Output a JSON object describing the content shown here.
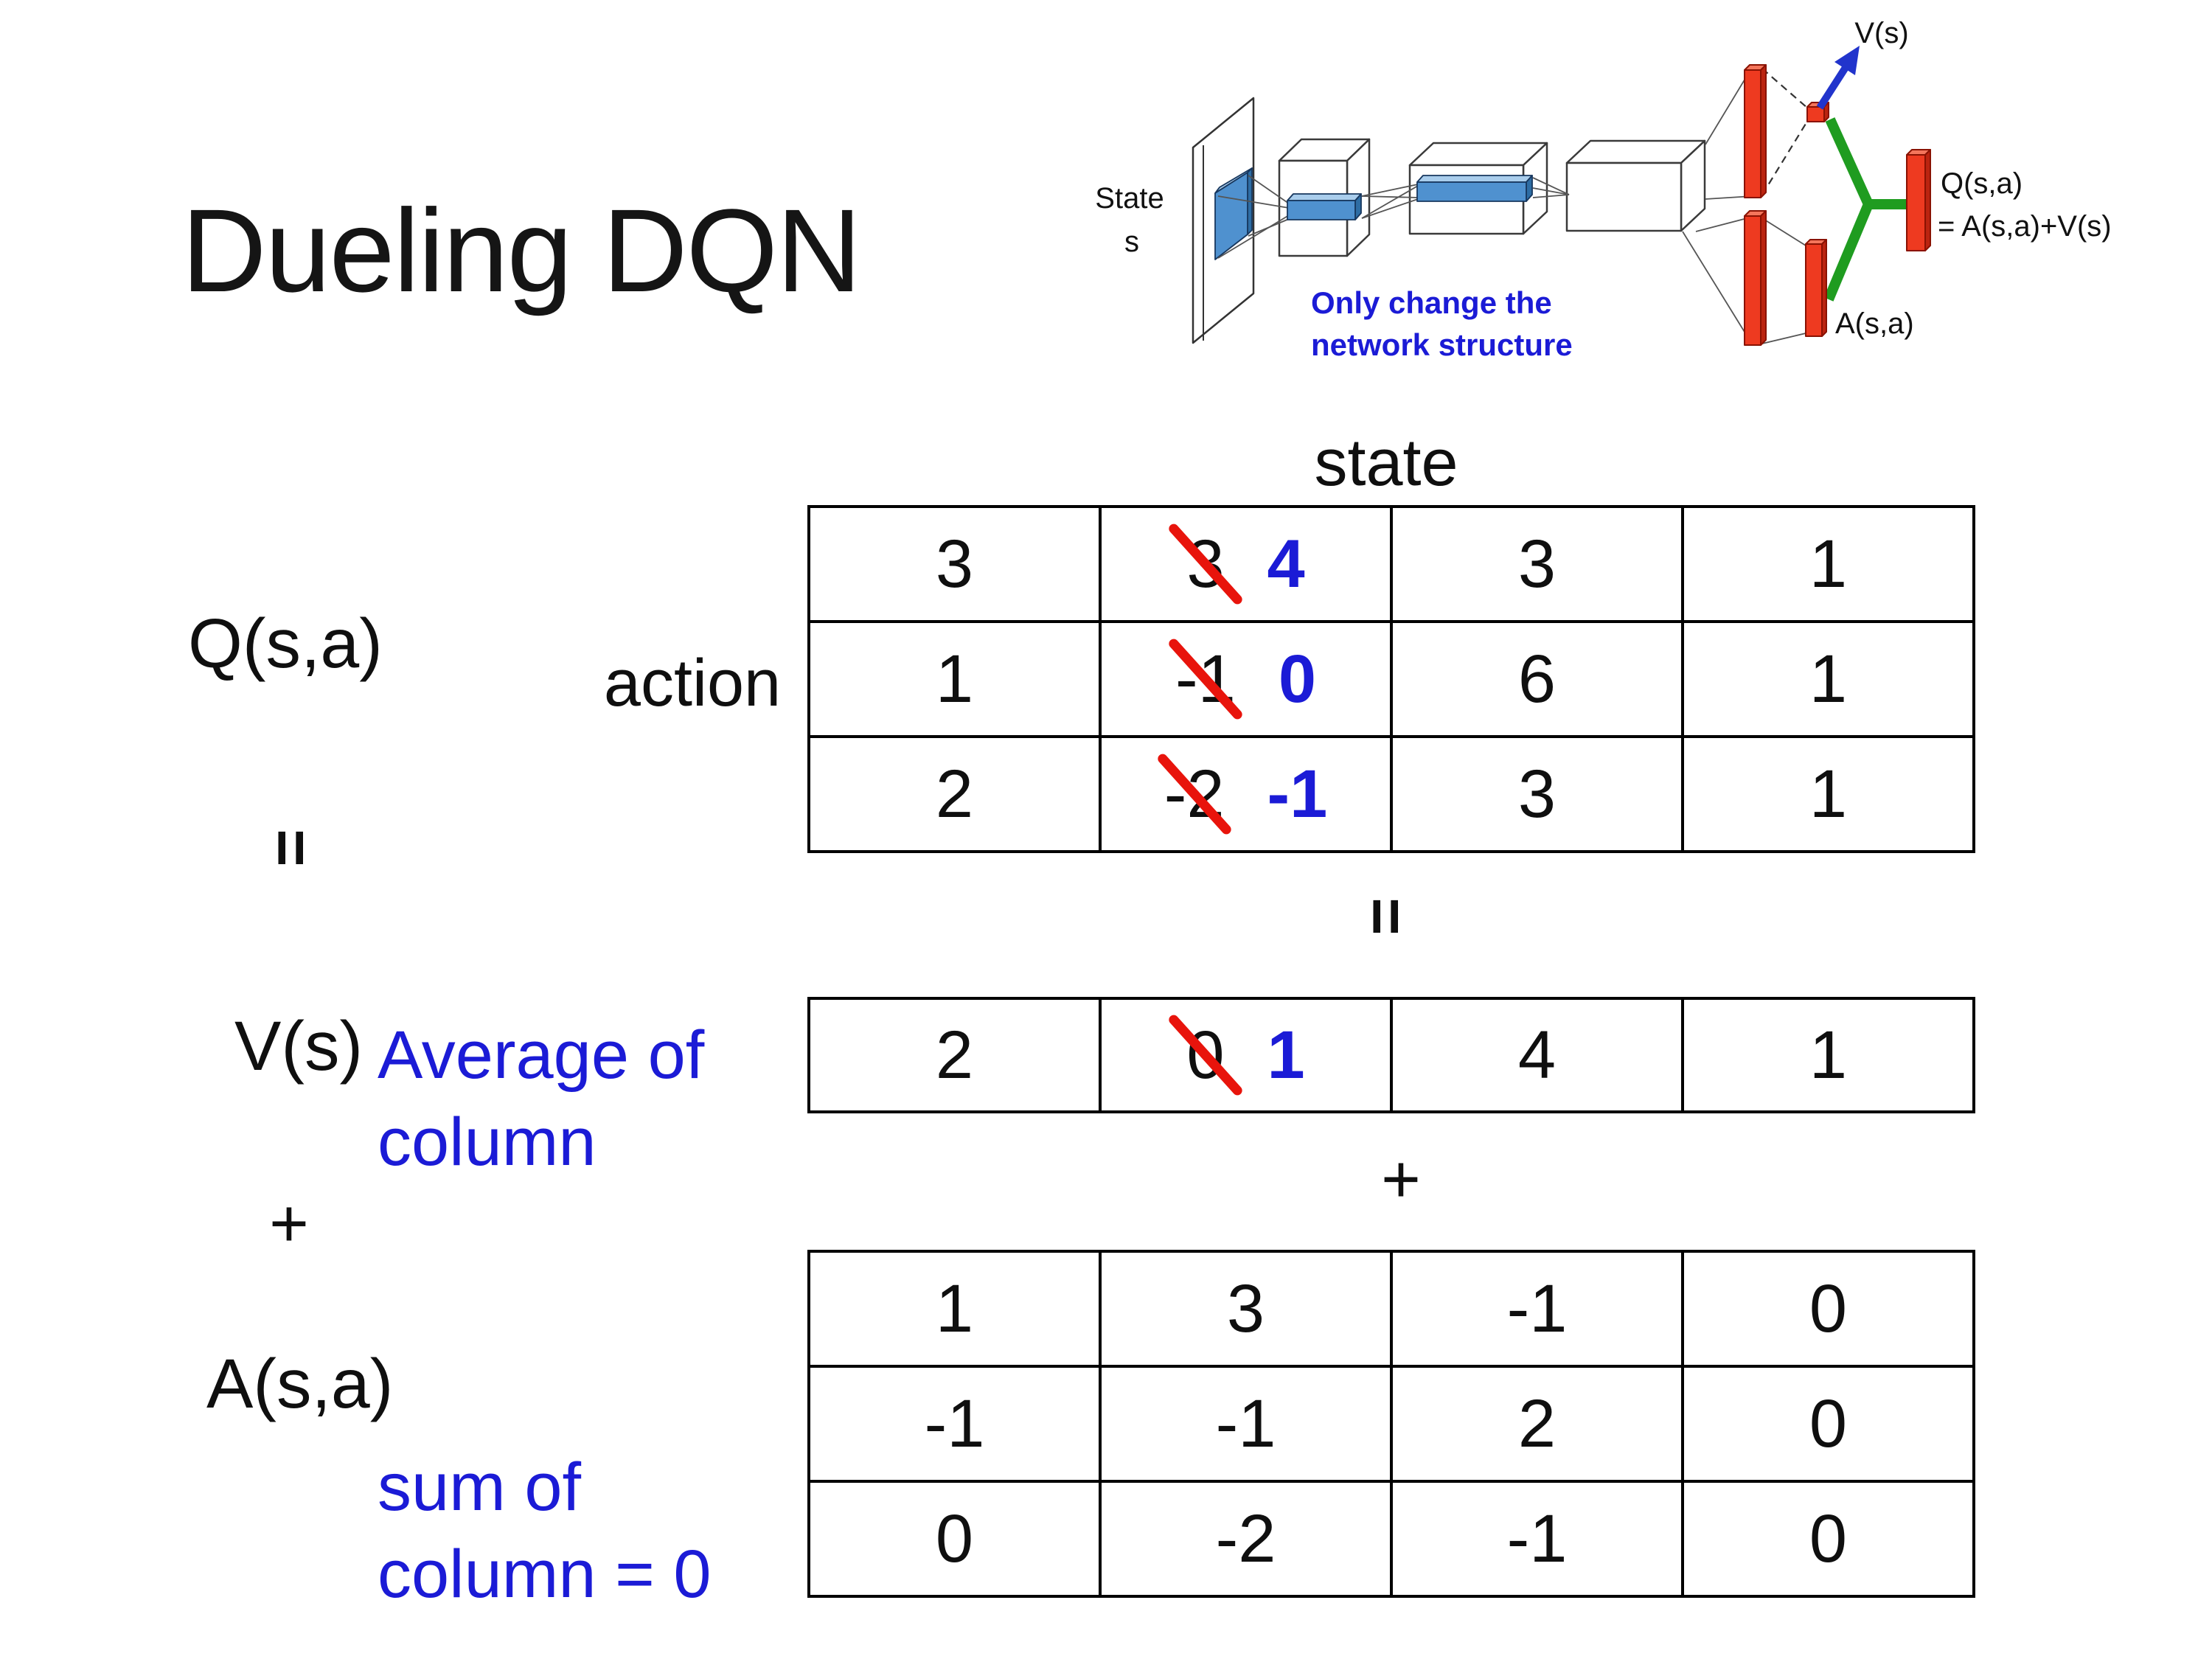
{
  "slide": {
    "title": "Dueling DQN"
  },
  "colors": {
    "text": "#111111",
    "accent_blue": "#1b1bd6",
    "strike_red": "#e8140c",
    "bar_red": "#ee3a20",
    "bar_red_top": "#f4755b",
    "bar_red_side": "#bb2410",
    "bar_red_stroke": "#8a1202",
    "conv_blue": "#4f91cf",
    "conv_blue_top": "#a9cdec",
    "conv_blue_side": "#2e6da4",
    "conv_blue_stroke": "#17375e",
    "green": "#1f9c20",
    "arrow_blue": "#2134cc",
    "line_gray": "#555555",
    "border_black": "#000000"
  },
  "diagram": {
    "state_line1": "State",
    "state_line2": "s",
    "v_out_label": "V(s)",
    "q_out_line1": "Q(s,a)",
    "q_out_line2": "= A(s,a)+V(s)",
    "a_out_label": "A(s,a)",
    "note_line1": "Only change the",
    "note_line2": "network structure"
  },
  "labels": {
    "q": "Q(s,a)",
    "eq_left": "=",
    "v": "V(s)",
    "plus_left": "+",
    "a": "A(s,a)",
    "eq_center": "=",
    "plus_center": "+",
    "state": "state",
    "action": "action",
    "avg_line1": "Average of",
    "avg_line2": "column",
    "sum_line1": "sum of",
    "sum_line2": "column = 0"
  },
  "q_table": {
    "rows": [
      [
        "3",
        {
          "old": "3",
          "new": "4"
        },
        "3",
        "1"
      ],
      [
        "1",
        {
          "old": "-1",
          "new": "0"
        },
        "6",
        "1"
      ],
      [
        "2",
        {
          "old": "-2",
          "new": "-1"
        },
        "3",
        "1"
      ]
    ]
  },
  "v_table": {
    "rows": [
      [
        "2",
        {
          "old": "0",
          "new": "1"
        },
        "4",
        "1"
      ]
    ]
  },
  "a_table": {
    "rows": [
      [
        "1",
        "3",
        "-1",
        "0"
      ],
      [
        "-1",
        "-1",
        "2",
        "0"
      ],
      [
        "0",
        "-2",
        "-1",
        "0"
      ]
    ]
  }
}
